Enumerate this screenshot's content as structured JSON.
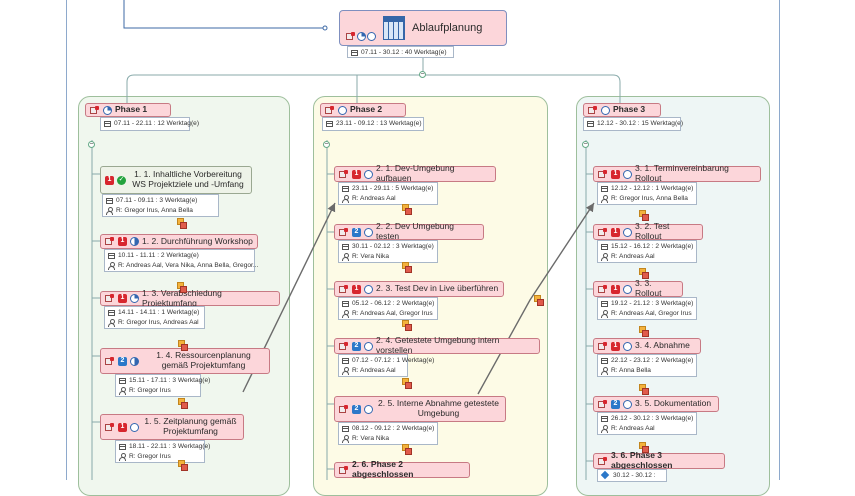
{
  "root": {
    "title": "Ablaufplanung",
    "info": "07.11 - 30.12 : 40 Werktag(e)",
    "icons": [
      "task-icon",
      "progress-quarter-icon",
      "clock-icon",
      "calendar-grid-icon"
    ]
  },
  "phases": [
    {
      "name": "Phase 1",
      "info": "07.11 - 22.11 : 12 Werktag(e)",
      "tasks": [
        {
          "label": "1. 1. Inhaltliche Vorbereitung WS Projektziele und -Umfang",
          "prio": "1",
          "progress": "done",
          "date": "07.11 - 09.11 : 3 Werktag(e)",
          "resource": "R: Gregor Irus, Anna Bella"
        },
        {
          "label": "1. 2. Durchführung Workshop",
          "prio": "1",
          "progress": "half",
          "date": "10.11 - 11.11 : 2 Werktag(e)",
          "resource": "R: Andreas Aal, Vera Nika, Anna Bella, Gregor..."
        },
        {
          "label": "1. 3. Verabschiedung Projektumfang",
          "prio": "1",
          "progress": "quarter",
          "date": "14.11 - 14.11 : 1 Werktag(e)",
          "resource": "R: Gregor Irus, Andreas Aal"
        },
        {
          "label": "1. 4. Ressourcenplanung gemäß Projektumfang",
          "prio": "2",
          "progress": "half",
          "date": "15.11 - 17.11 : 3 Werktag(e)",
          "resource": "R: Gregor Irus"
        },
        {
          "label": "1. 5. Zeitplanung gemäß Projektumfang",
          "prio": "1",
          "progress": "empty",
          "date": "18.11 - 22.11 : 3 Werktag(e)",
          "resource": "R: Gregor Irus"
        }
      ]
    },
    {
      "name": "Phase 2",
      "info": "23.11 - 09.12 : 13 Werktag(e)",
      "tasks": [
        {
          "label": "2. 1. Dev-Umgebung aufbauen",
          "prio": "1",
          "progress": "empty",
          "date": "23.11 - 29.11 : 5 Werktag(e)",
          "resource": "R: Andreas Aal"
        },
        {
          "label": "2. 2. Dev Umgebung testen",
          "prio": "2",
          "progress": "empty",
          "date": "30.11 - 02.12 : 3 Werktag(e)",
          "resource": "R: Vera Nika"
        },
        {
          "label": "2. 3. Test Dev in Live überführen",
          "prio": "1",
          "progress": "empty",
          "date": "05.12 - 06.12 : 2 Werktag(e)",
          "resource": "R: Andreas Aal, Gregor Irus"
        },
        {
          "label": "2. 4. Getestete Umgebung intern vorstellen",
          "prio": "2",
          "progress": "empty",
          "date": "07.12 - 07.12 : 1 Werktag(e)",
          "resource": "R: Andreas Aal"
        },
        {
          "label": "2. 5. Interne Abnahme getestete Umgebung",
          "prio": "2",
          "progress": "empty",
          "date": "08.12 - 09.12 : 2 Werktag(e)",
          "resource": "R: Vera Nika"
        },
        {
          "label": "2. 6. Phase 2 abgeschlossen",
          "prio": "",
          "progress": "",
          "date": "",
          "resource": ""
        }
      ]
    },
    {
      "name": "Phase 3",
      "info": "12.12 - 30.12 : 15 Werktag(e)",
      "tasks": [
        {
          "label": "3. 1. Terminvereinbarung Rollout",
          "prio": "1",
          "progress": "empty",
          "date": "12.12 - 12.12 : 1 Werktag(e)",
          "resource": "R: Gregor Irus, Anna Bella"
        },
        {
          "label": "3. 2. Test Rollout",
          "prio": "1",
          "progress": "empty",
          "date": "15.12 - 16.12 : 2 Werktag(e)",
          "resource": "R: Andreas Aal"
        },
        {
          "label": "3. 3. Rollout",
          "prio": "1",
          "progress": "empty",
          "date": "19.12 - 21.12 : 3 Werktag(e)",
          "resource": "R: Andreas Aal, Gregor Irus"
        },
        {
          "label": "3. 4. Abnahme",
          "prio": "1",
          "progress": "empty",
          "date": "22.12 - 23.12 : 2 Werktag(e)",
          "resource": "R: Anna Bella"
        },
        {
          "label": "3. 5. Dokumentation",
          "prio": "2",
          "progress": "empty",
          "date": "26.12 - 30.12 : 3 Werktag(e)",
          "resource": "R: Andreas Aal"
        },
        {
          "label": "3. 6. Phase 3 abgeschlossen",
          "prio": "",
          "progress": "",
          "date": "30.12 - 30.12 :",
          "resource": ""
        }
      ]
    }
  ],
  "colors": {
    "task_fill": "#fcd6da",
    "task_border": "#c77a84",
    "phase1_bg": "#f0f7ee",
    "phase2_bg": "#fdfbe6",
    "phase3_bg": "#eef6f5",
    "link_arrow": "#6b6b6b",
    "frame": "#8ea9cc"
  }
}
